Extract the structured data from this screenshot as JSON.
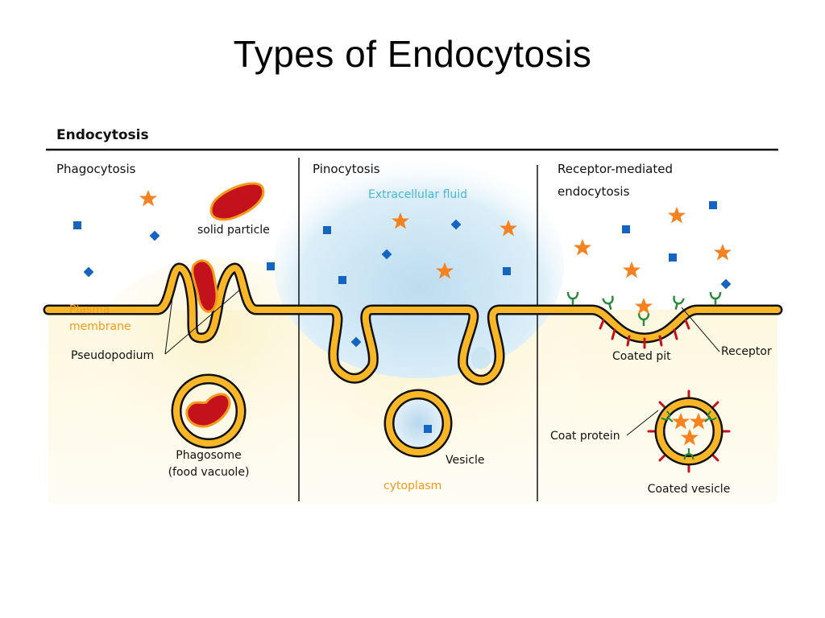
{
  "title": "Types of Endocytosis",
  "diagram": {
    "heading": "Endocytosis",
    "sections": {
      "phagocytosis": {
        "title": "Phagocytosis",
        "solid_particle": "solid particle",
        "plasma_membrane_line1": "Plasma",
        "plasma_membrane_line2": "membrane",
        "pseudopodium": "Pseudopodium",
        "phagosome_line1": "Phagosome",
        "phagosome_line2": "(food vacuole)"
      },
      "pinocytosis": {
        "title": "Pinocytosis",
        "extracellular_fluid": "Extracellular fluid",
        "vesicle": "Vesicle",
        "cytoplasm": "cytoplasm"
      },
      "receptor_mediated": {
        "title_line1": "Receptor-mediated",
        "title_line2": "endocytosis",
        "coated_pit": "Coated pit",
        "receptor": "Receptor",
        "coat_protein": "Coat protein",
        "coated_vesicle": "Coated vesicle"
      }
    },
    "colors": {
      "membrane": "#f9b627",
      "membrane_outline": "#111111",
      "particle": "#c3121b",
      "particle_outline": "#f59a1b",
      "star": "#f58220",
      "square": "#1565c0",
      "receptor": "#2a8a3c",
      "coat_protein": "#c3121b",
      "extracellular_fluid": "#c9e3f2",
      "cytoplasm": "#fbf3cc"
    },
    "icons": [
      "star-molecule-icon",
      "square-molecule-icon",
      "diamond-molecule-icon",
      "receptor-icon",
      "coat-protein-icon"
    ]
  }
}
